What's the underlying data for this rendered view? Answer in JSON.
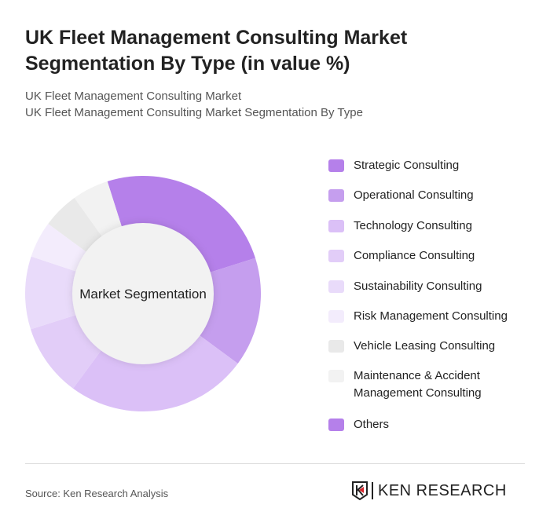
{
  "header": {
    "title": "UK Fleet Management Consulting Market Segmentation By Type (in value %)",
    "subtitle1": "UK Fleet Management Consulting Market",
    "subtitle2": "UK Fleet Management Consulting Market Segmentation By Type"
  },
  "chart_data": {
    "type": "pie",
    "donut": true,
    "center_label": "Market Segmentation",
    "legend_position": "right",
    "series": [
      {
        "name": "Strategic Consulting",
        "value": 25,
        "color": "#b580ea"
      },
      {
        "name": "Operational Consulting",
        "value": 15,
        "color": "#c59eee"
      },
      {
        "name": "Technology Consulting",
        "value": 25,
        "color": "#dbc0f7"
      },
      {
        "name": "Compliance Consulting",
        "value": 10,
        "color": "#e2cdf8"
      },
      {
        "name": "Sustainability Consulting",
        "value": 10,
        "color": "#e9dbfa"
      },
      {
        "name": "Risk Management Consulting",
        "value": 5,
        "color": "#f3ecfc"
      },
      {
        "name": "Vehicle Leasing Consulting",
        "value": 5,
        "color": "#e9e9e9"
      },
      {
        "name": "Maintenance & Accident Management Consulting",
        "value": 5,
        "color": "#f2f2f2"
      },
      {
        "name": "Others",
        "value": 0,
        "color": "#b580ea"
      }
    ]
  },
  "footer": {
    "source": "Source: Ken Research Analysis",
    "logo_text": "KEN RESEARCH"
  }
}
